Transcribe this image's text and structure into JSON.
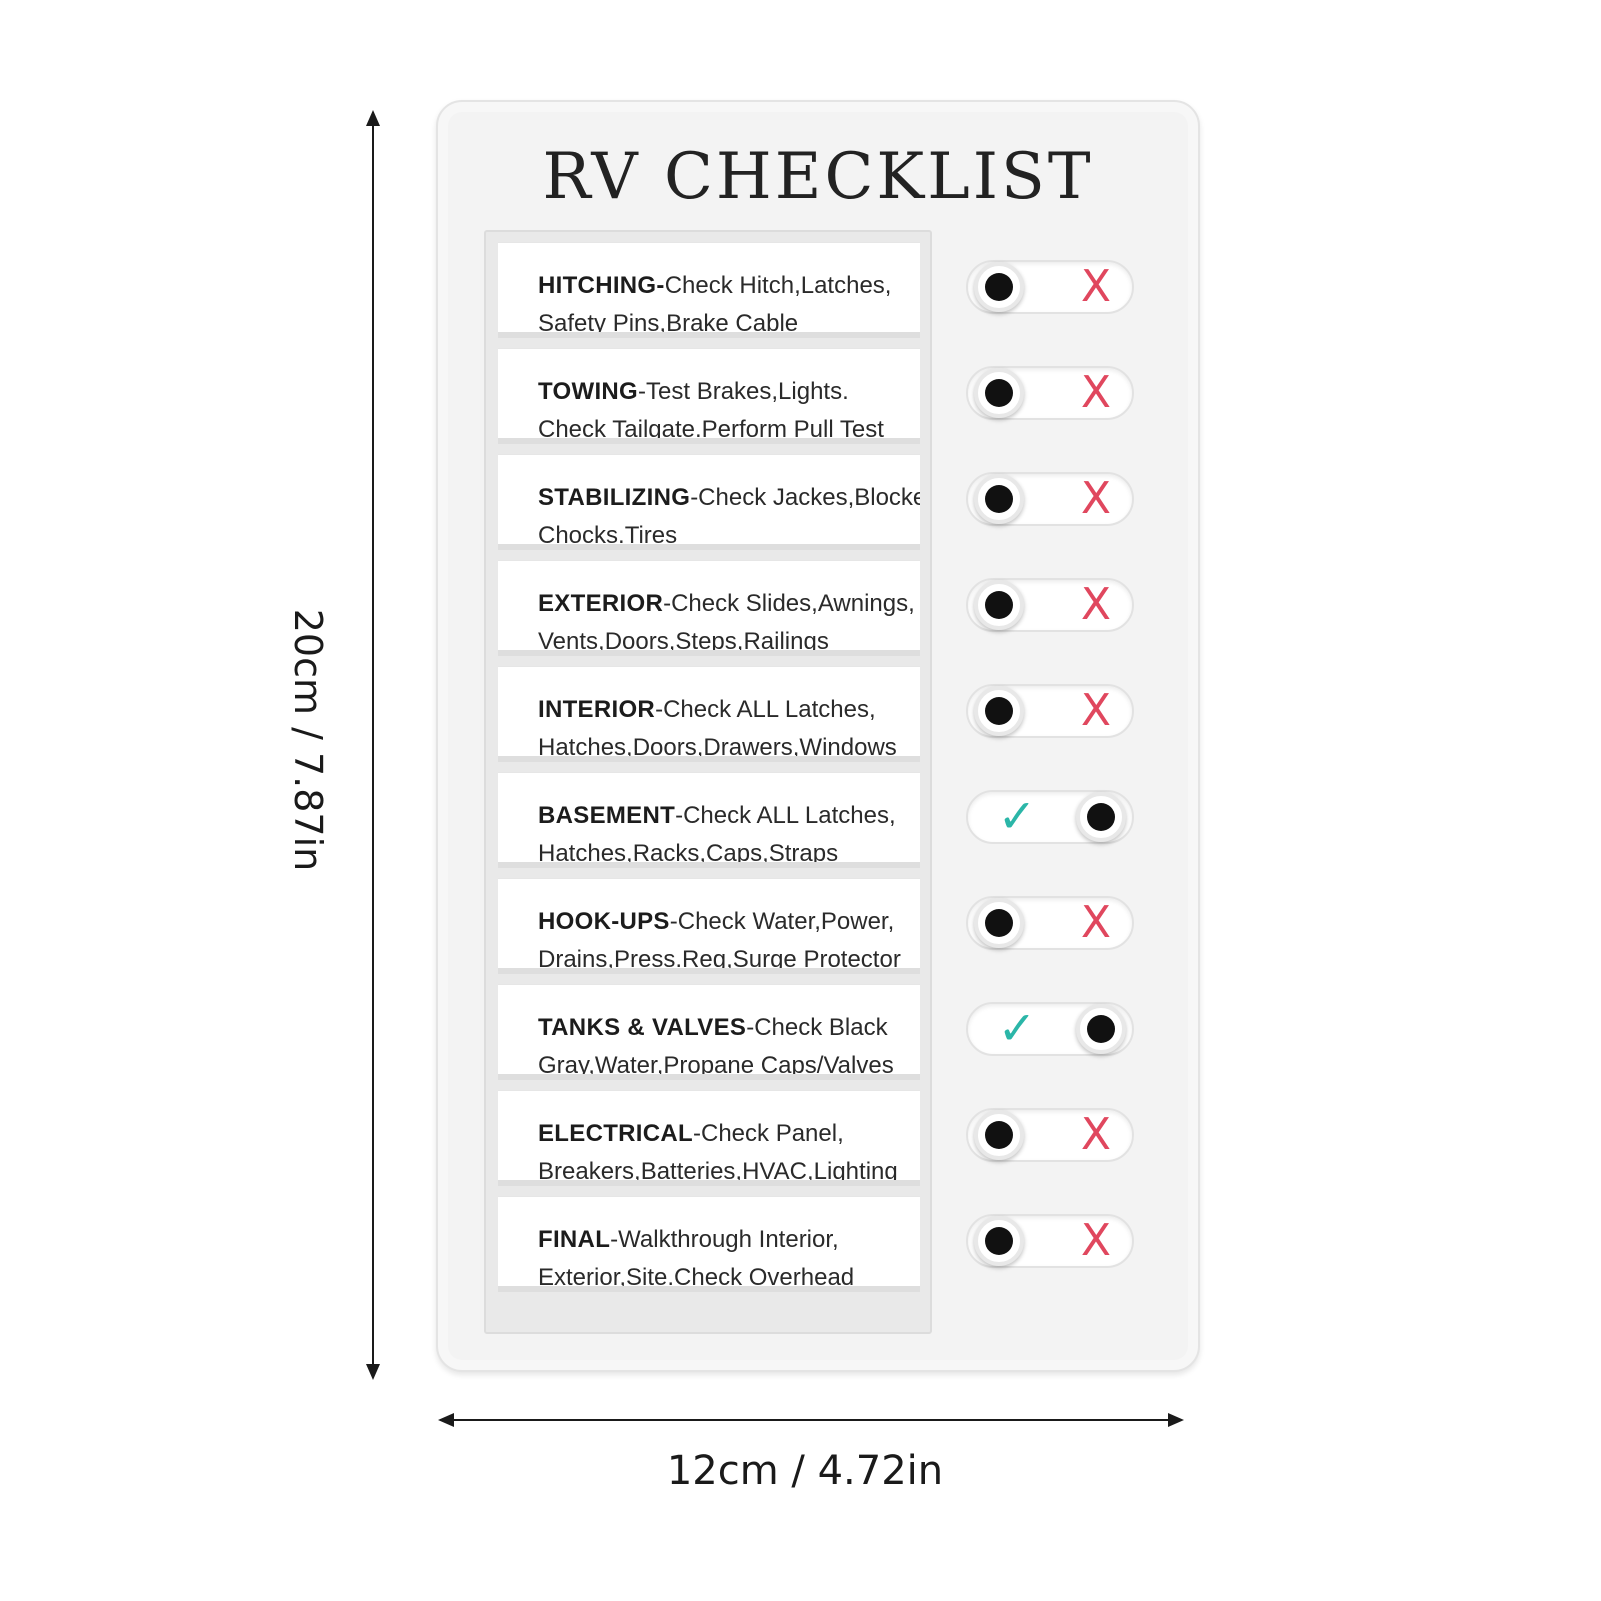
{
  "dimensions": {
    "height_label": "20cm / 7.87in",
    "width_label": "12cm / 4.72in"
  },
  "board": {
    "title": "RV CHECKLIST"
  },
  "items": [
    {
      "heading": "HITCHING-",
      "text": "Check Hitch,Latches,",
      "line2": "Safety Pins,Brake Cable",
      "state": "x",
      "mark": "X"
    },
    {
      "heading": "TOWING",
      "text": "-Test Brakes,Lights.",
      "line2": "Check Tailgate.Perform Pull Test",
      "state": "x",
      "mark": "X"
    },
    {
      "heading": "STABILIZING",
      "text": "-Check Jackes,Blocke,",
      "line2": "Chocks.Tires",
      "state": "x",
      "mark": "X"
    },
    {
      "heading": "EXTERIOR",
      "text": "-Check Slides,Awnings,",
      "line2": "Vents,Doors,Steps,Railings",
      "state": "x",
      "mark": "X"
    },
    {
      "heading": "INTERIOR",
      "text": "-Check ALL Latches,",
      "line2": "Hatches,Doors,Drawers,Windows",
      "state": "x",
      "mark": "X"
    },
    {
      "heading": "BASEMENT",
      "text": "-Check ALL Latches,",
      "line2": "Hatches,Racks,Caps,Straps",
      "state": "check",
      "mark": "✓"
    },
    {
      "heading": "HOOK-UPS",
      "text": "-Check Water,Power,",
      "line2": "Drains,Press.Reg,Surge Protector",
      "state": "x",
      "mark": "X"
    },
    {
      "heading": "TANKS & VALVES",
      "text": "-Check Black",
      "line2": "Gray,Water,Propane Caps/Valves",
      "state": "check",
      "mark": "✓"
    },
    {
      "heading": "ELECTRICAL",
      "text": "-Check Panel,",
      "line2": "Breakers,Batteries,HVAC,Lighting",
      "state": "x",
      "mark": "X"
    },
    {
      "heading": "FINAL",
      "text": "-Walkthrough Interior,",
      "line2": "Exterior,Site.Check Overhead",
      "state": "x",
      "mark": "X"
    }
  ],
  "colors": {
    "x_mark": "#e0475e",
    "check_mark": "#2bb6a8",
    "knob_dot": "#111111",
    "board": "#f3f3f3"
  }
}
